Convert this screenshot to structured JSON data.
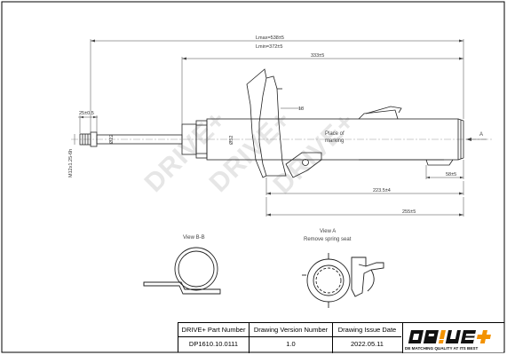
{
  "dimensions": {
    "l_max": "Lmax=538±5",
    "l_min": "Lmin=372±5",
    "d333": "333±5",
    "d25": "25±0.5",
    "thread": "M12x1.25-6h",
    "d22": "Ø22",
    "d52": "Ø52",
    "d18": "18",
    "d58": "58±5",
    "d223": "223.5±4",
    "d255": "255±5"
  },
  "labels": {
    "place_of_marking_1": "Place of",
    "place_of_marking_2": "marking",
    "arrow_a": "A",
    "view_bb": "View B-B",
    "view_a": "View A",
    "remove_spring_seat": "Remove spring seat"
  },
  "watermark": "DRIVE+",
  "title_block": {
    "headers": [
      "DRIVE+ Part Number",
      "Drawing Version  Number",
      "Drawing Issue Date"
    ],
    "values": [
      "DP1610.10.0111",
      "1.0",
      "2022.05.11"
    ]
  },
  "logo": {
    "brand": "DR!VE+",
    "tagline": "DE MATCHING QUALITY AT ITS BEST",
    "colors": {
      "orange": "#f39200",
      "black": "#111111"
    }
  }
}
